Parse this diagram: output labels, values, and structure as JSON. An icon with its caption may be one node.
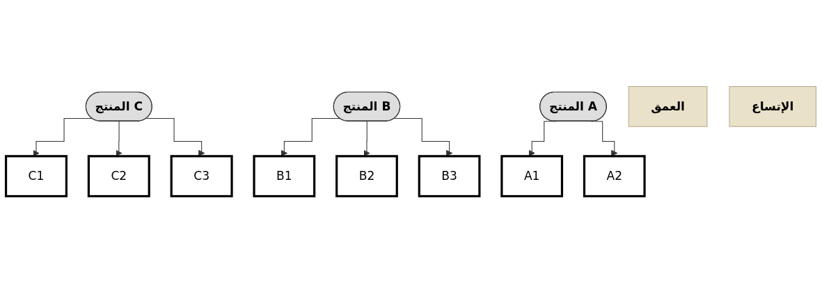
{
  "diagram": {
    "nodes": [
      {
        "text": [
          "الإتساع"
        ]
      },
      {
        "text": [
          "العمق"
        ]
      },
      {
        "text": [
          "المنتج A"
        ]
      },
      {
        "text": [
          "A1"
        ]
      },
      {
        "text": [
          "A2"
        ]
      },
      {
        "text": [
          "المنتج B"
        ]
      },
      {
        "text": [
          "B1"
        ]
      },
      {
        "text": [
          "B2"
        ]
      },
      {
        "text": [
          "B3"
        ]
      },
      {
        "text": [
          "المنتج C"
        ]
      },
      {
        "text": [
          "C1"
        ]
      },
      {
        "text": [
          "C2"
        ]
      },
      {
        "text": [
          "C3"
        ]
      }
    ],
    "edges": [
      {
        "from": 2,
        "to": 3,
        "arrow": "to"
      },
      {
        "from": 2,
        "to": 4,
        "arrow": "to"
      },
      {
        "from": 5,
        "to": 6,
        "arrow": "to"
      },
      {
        "from": 5,
        "to": 7,
        "arrow": "to"
      },
      {
        "from": 5,
        "to": 8,
        "arrow": "to"
      },
      {
        "from": 9,
        "to": 10,
        "arrow": "to"
      },
      {
        "from": 9,
        "to": 11,
        "arrow": "to"
      },
      {
        "from": 9,
        "to": 12,
        "arrow": "to"
      }
    ]
  }
}
